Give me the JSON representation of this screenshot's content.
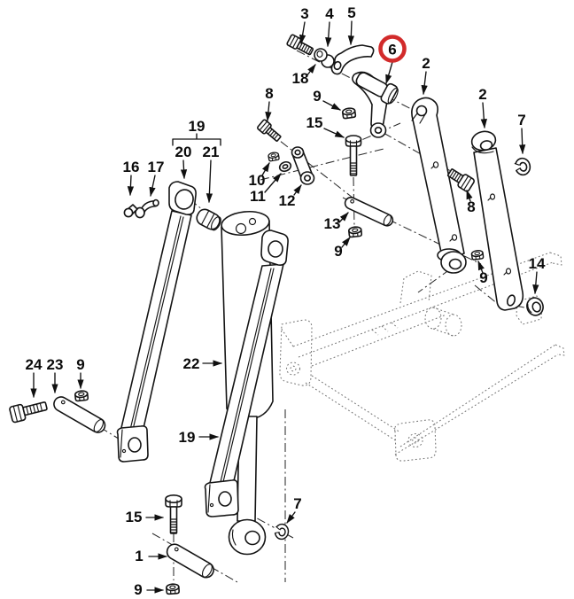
{
  "figure": {
    "type": "exploded-parts-diagram",
    "background": "#ffffff",
    "line_color": "#141414",
    "phantom_color": "#757575",
    "highlight": {
      "callout": "6",
      "shape": "circle",
      "color": "#d22b2b"
    }
  },
  "labels": [
    {
      "text": "3"
    },
    {
      "text": "4"
    },
    {
      "text": "5"
    },
    {
      "text": "6",
      "circled": true
    },
    {
      "text": "2"
    },
    {
      "text": "2"
    },
    {
      "text": "7"
    },
    {
      "text": "18"
    },
    {
      "text": "8"
    },
    {
      "text": "9"
    },
    {
      "text": "15"
    },
    {
      "text": "19"
    },
    {
      "text": "20"
    },
    {
      "text": "21"
    },
    {
      "text": "16"
    },
    {
      "text": "17"
    },
    {
      "text": "10"
    },
    {
      "text": "11"
    },
    {
      "text": "12"
    },
    {
      "text": "13"
    },
    {
      "text": "9"
    },
    {
      "text": "8"
    },
    {
      "text": "9"
    },
    {
      "text": "14"
    },
    {
      "text": "22"
    },
    {
      "text": "19"
    },
    {
      "text": "24"
    },
    {
      "text": "23"
    },
    {
      "text": "9"
    },
    {
      "text": "15"
    },
    {
      "text": "1"
    },
    {
      "text": "9"
    },
    {
      "text": "7"
    }
  ]
}
